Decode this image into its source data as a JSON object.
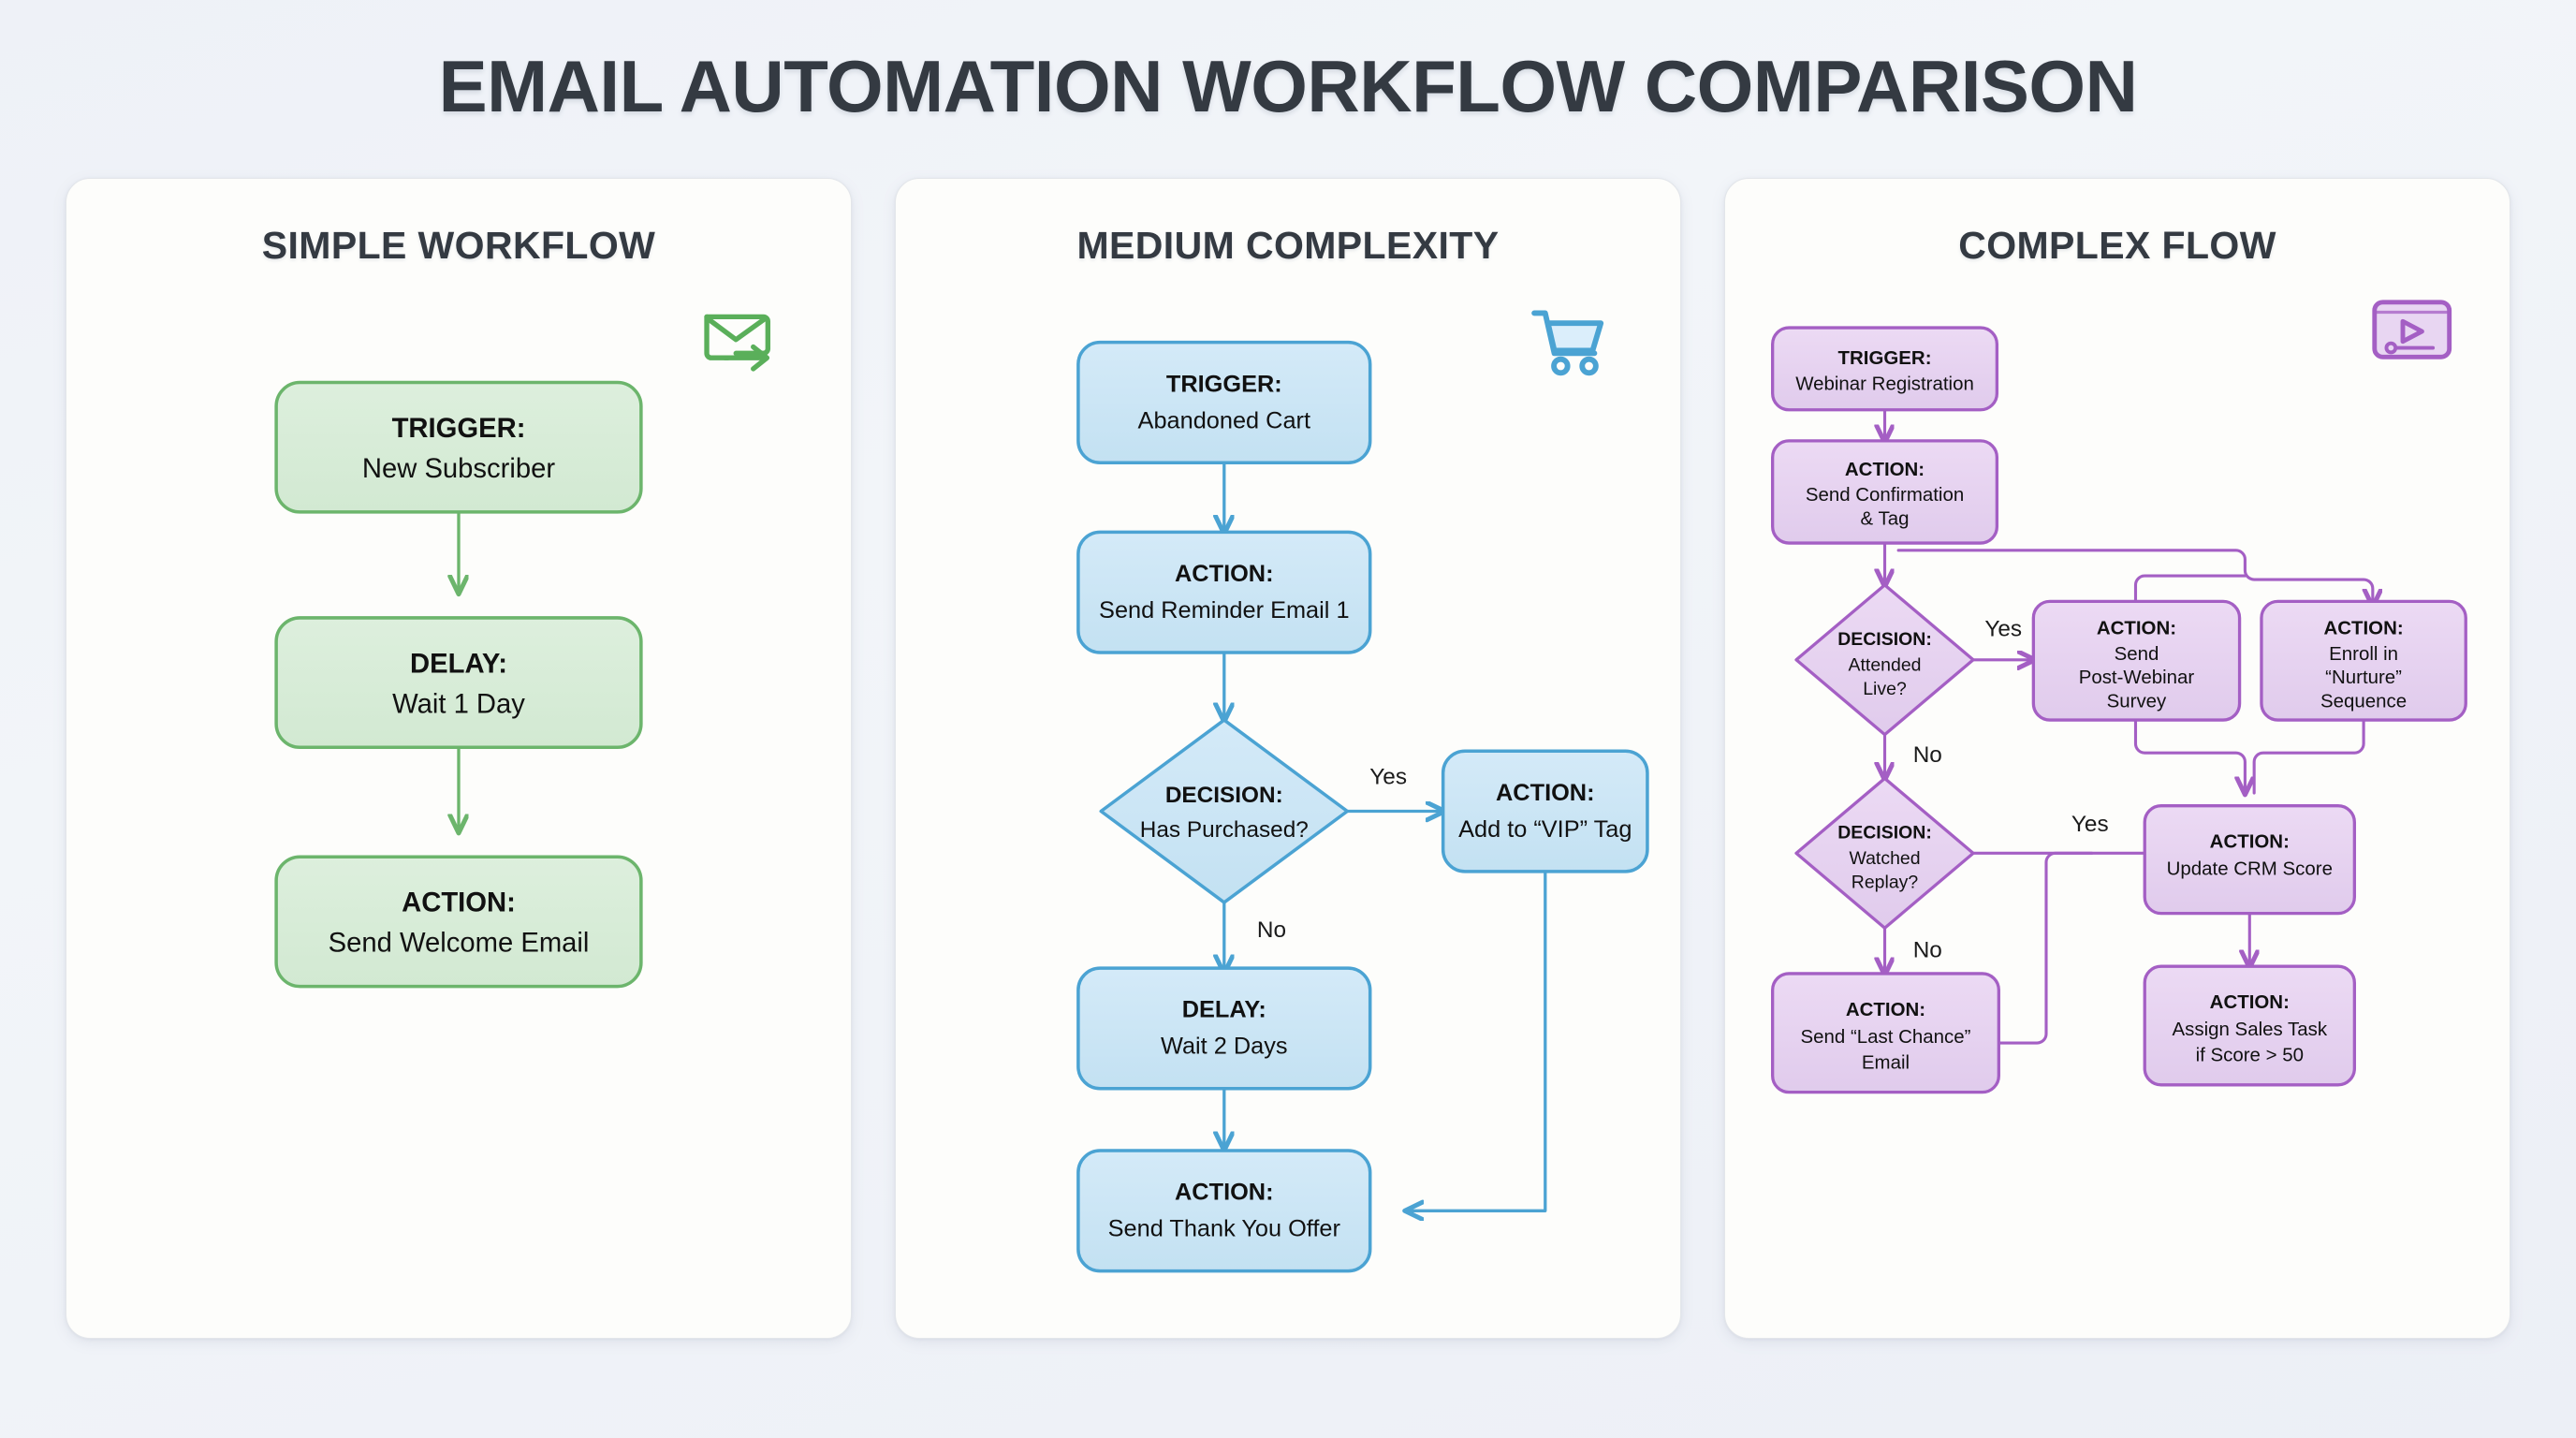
{
  "title": "EMAIL AUTOMATION WORKFLOW COMPARISON",
  "colors": {
    "background_start": "#eef1f7",
    "background_end": "#eceff6",
    "panel_bg": "#fdfdfb",
    "panel_border": "#e3e6ea",
    "title_text": "#343a42",
    "green_fill": "#d8ecd8",
    "green_stroke": "#6cb56c",
    "blue_fill": "#cce6f5",
    "blue_stroke": "#4ba3d3",
    "purple_fill": "#e6d2ef",
    "purple_stroke": "#a45fc4",
    "node_text": "#111111"
  },
  "panels": [
    {
      "id": "simple",
      "title": "SIMPLE WORKFLOW",
      "icon": "email-send-icon",
      "icon_color": "#5aaf5a",
      "accent_fill": "#d8ecd8",
      "accent_stroke": "#6cb56c",
      "nodes": [
        {
          "id": "n1",
          "shape": "rounded-rect",
          "kind": "trigger",
          "title": "TRIGGER:",
          "body": "New Subscriber"
        },
        {
          "id": "n2",
          "shape": "rounded-rect",
          "kind": "delay",
          "title": "DELAY:",
          "body": "Wait 1 Day"
        },
        {
          "id": "n3",
          "shape": "rounded-rect",
          "kind": "action",
          "title": "ACTION:",
          "body": "Send Welcome Email"
        }
      ],
      "edges": [
        {
          "from": "n1",
          "to": "n2",
          "label": ""
        },
        {
          "from": "n2",
          "to": "n3",
          "label": ""
        }
      ]
    },
    {
      "id": "medium",
      "title": "MEDIUM COMPLEXITY",
      "icon": "shopping-cart-icon",
      "icon_color": "#4ba3d3",
      "accent_fill": "#cce6f5",
      "accent_stroke": "#4ba3d3",
      "nodes": [
        {
          "id": "m1",
          "shape": "rounded-rect",
          "kind": "trigger",
          "title": "TRIGGER:",
          "body": "Abandoned Cart"
        },
        {
          "id": "m2",
          "shape": "rounded-rect",
          "kind": "action",
          "title": "ACTION:",
          "body": "Send Reminder Email 1"
        },
        {
          "id": "m3",
          "shape": "diamond",
          "kind": "decision",
          "title": "DECISION:",
          "body": "Has Purchased?"
        },
        {
          "id": "m4",
          "shape": "rounded-rect",
          "kind": "action",
          "title": "ACTION:",
          "body": "Add to “VIP” Tag"
        },
        {
          "id": "m5",
          "shape": "rounded-rect",
          "kind": "delay",
          "title": "DELAY:",
          "body": "Wait 2 Days"
        },
        {
          "id": "m6",
          "shape": "rounded-rect",
          "kind": "action",
          "title": "ACTION:",
          "body": "Send Thank You Offer"
        }
      ],
      "edges": [
        {
          "from": "m1",
          "to": "m2",
          "label": ""
        },
        {
          "from": "m2",
          "to": "m3",
          "label": ""
        },
        {
          "from": "m3",
          "to": "m4",
          "label": "Yes"
        },
        {
          "from": "m3",
          "to": "m5",
          "label": "No"
        },
        {
          "from": "m5",
          "to": "m6",
          "label": ""
        },
        {
          "from": "m4",
          "to": "m6",
          "label": ""
        }
      ]
    },
    {
      "id": "complex",
      "title": "COMPLEX FLOW",
      "icon": "video-player-icon",
      "icon_color": "#a45fc4",
      "accent_fill": "#e6d2ef",
      "accent_stroke": "#a45fc4",
      "nodes": [
        {
          "id": "c1",
          "shape": "rounded-rect",
          "kind": "trigger",
          "title": "TRIGGER:",
          "body": "Webinar Registration"
        },
        {
          "id": "c2",
          "shape": "rounded-rect",
          "kind": "action",
          "title": "ACTION:",
          "body": "Send Confirmation\n& Tag"
        },
        {
          "id": "c3",
          "shape": "diamond",
          "kind": "decision",
          "title": "DECISION:",
          "body": "Attended\nLive?"
        },
        {
          "id": "c4",
          "shape": "rounded-rect",
          "kind": "action",
          "title": "ACTION:",
          "body": "Send\nPost-Webinar\nSurvey"
        },
        {
          "id": "c5",
          "shape": "rounded-rect",
          "kind": "action",
          "title": "ACTION:",
          "body": "Enroll in\n“Nurture”\nSequence"
        },
        {
          "id": "c6",
          "shape": "diamond",
          "kind": "decision",
          "title": "DECISION:",
          "body": "Watched\nReplay?"
        },
        {
          "id": "c7",
          "shape": "rounded-rect",
          "kind": "action",
          "title": "ACTION:",
          "body": "Update CRM Score"
        },
        {
          "id": "c8",
          "shape": "rounded-rect",
          "kind": "action",
          "title": "ACTION:",
          "body": "Send “Last Chance”\nEmail"
        },
        {
          "id": "c9",
          "shape": "rounded-rect",
          "kind": "action",
          "title": "ACTION:",
          "body": "Assign Sales Task\nif Score > 50"
        }
      ],
      "edges": [
        {
          "from": "c2",
          "to": "c3",
          "label": ""
        },
        {
          "from": "c1",
          "to": "c2",
          "label": ""
        },
        {
          "from": "c2",
          "to": "c5",
          "label": ""
        },
        {
          "from": "c3",
          "to": "c4",
          "label": "Yes"
        },
        {
          "from": "c3",
          "to": "c6",
          "label": "No"
        },
        {
          "from": "c4",
          "to": "c7",
          "label": ""
        },
        {
          "from": "c5",
          "to": "c7",
          "label": ""
        },
        {
          "from": "c6",
          "to": "c7",
          "label": "Yes"
        },
        {
          "from": "c6",
          "to": "c8",
          "label": "No"
        },
        {
          "from": "c8",
          "to": "c7",
          "label": ""
        },
        {
          "from": "c7",
          "to": "c9",
          "label": ""
        }
      ]
    }
  ]
}
